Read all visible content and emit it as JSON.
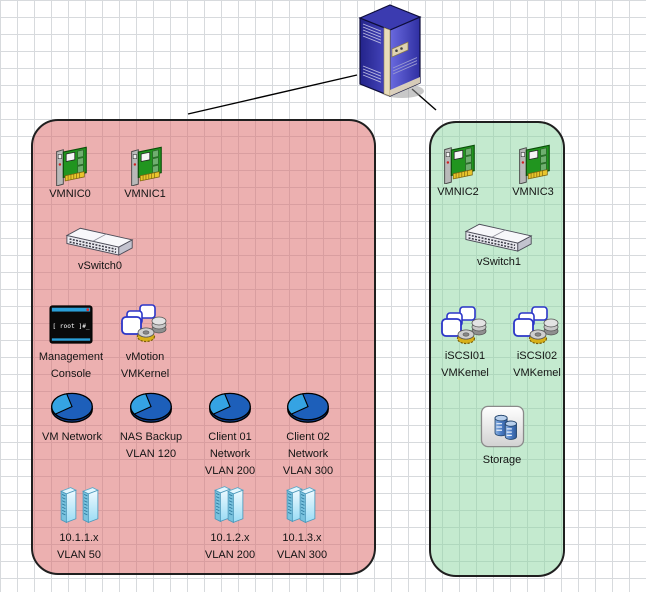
{
  "diagram": {
    "kind": "vmware-virtual-networking-diagram",
    "nodes": {
      "vmnic0": {
        "label": "VMNIC0"
      },
      "vmnic1": {
        "label": "VMNIC1"
      },
      "vmnic2": {
        "label": "VMNIC2"
      },
      "vmnic3": {
        "label": "VMNIC3"
      },
      "vswitch0": {
        "label": "vSwitch0"
      },
      "vswitch1": {
        "label": "vSwitch1"
      },
      "mgmt_console": {
        "line1": "Management",
        "line2": "Console",
        "screen_text": "[ root ]#_"
      },
      "vmotion": {
        "line1": "vMotion",
        "line2": "VMKernel"
      },
      "vm_network": {
        "line1": "VM Network"
      },
      "nas_backup": {
        "line1": "NAS Backup",
        "line2": "VLAN 120"
      },
      "client01": {
        "line1": "Client 01",
        "line2": "Network",
        "line3": "VLAN 200"
      },
      "client02": {
        "line1": "Client 02",
        "line2": "Network",
        "line3": "VLAN 300"
      },
      "subnet1": {
        "line1": "10.1.1.x",
        "line2": "VLAN 50"
      },
      "subnet2": {
        "line1": "10.1.2.x",
        "line2": "VLAN 200"
      },
      "subnet3": {
        "line1": "10.1.3.x",
        "line2": "VLAN 300"
      },
      "iscsi01": {
        "line1": "iSCSI01",
        "line2": "VMKemel"
      },
      "iscsi02": {
        "line1": "iSCSI02",
        "line2": "VMKemel"
      },
      "storage": {
        "label": "Storage"
      }
    },
    "colors": {
      "zone_management_fill": "#ecb4b4",
      "zone_storage_fill": "#c5ebd0",
      "zone_border": "#1f1f1f",
      "pie_dark": "#1d5fba",
      "pie_light": "#35a3e3",
      "nic_green": "#21951f",
      "host_blue": "#3b3bb0",
      "terminal_titlebar": "#2a9fd8"
    }
  }
}
